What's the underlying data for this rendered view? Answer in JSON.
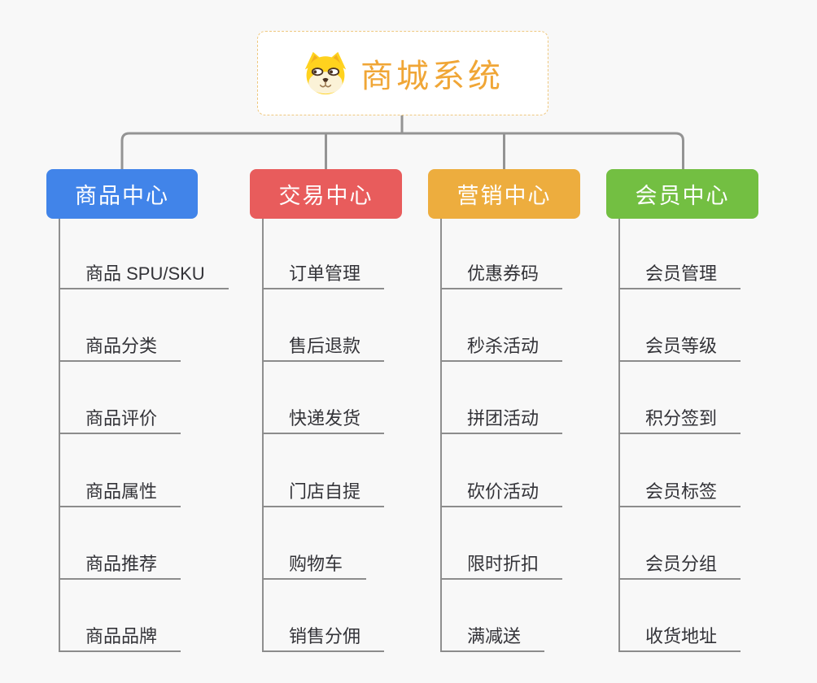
{
  "root": {
    "label": "商城系统",
    "icon": "dog-face-icon"
  },
  "branches": [
    {
      "label": "商品中心",
      "color": "#4184E9",
      "children": [
        "商品 SPU/SKU",
        "商品分类",
        "商品评价",
        "商品属性",
        "商品推荐",
        "商品品牌"
      ]
    },
    {
      "label": "交易中心",
      "color": "#E85C5C",
      "children": [
        "订单管理",
        "售后退款",
        "快递发货",
        "门店自提",
        "购物车",
        "销售分佣"
      ]
    },
    {
      "label": "营销中心",
      "color": "#EDAD3E",
      "children": [
        "优惠券码",
        "秒杀活动",
        "拼团活动",
        "砍价活动",
        "限时折扣",
        "满减送"
      ]
    },
    {
      "label": "会员中心",
      "color": "#73BF42",
      "children": [
        "会员管理",
        "会员等级",
        "积分签到",
        "会员标签",
        "会员分组",
        "收货地址"
      ]
    }
  ],
  "colors": {
    "background": "#F8F8F8",
    "connector_line": "#949494",
    "underline": "#8C8C8C",
    "root_border": "#EFC87F",
    "root_text": "#F0A636",
    "icon_yellow": "#FFD21E",
    "leaf_text": "#333338",
    "branch_text": "#FFFFFF"
  }
}
